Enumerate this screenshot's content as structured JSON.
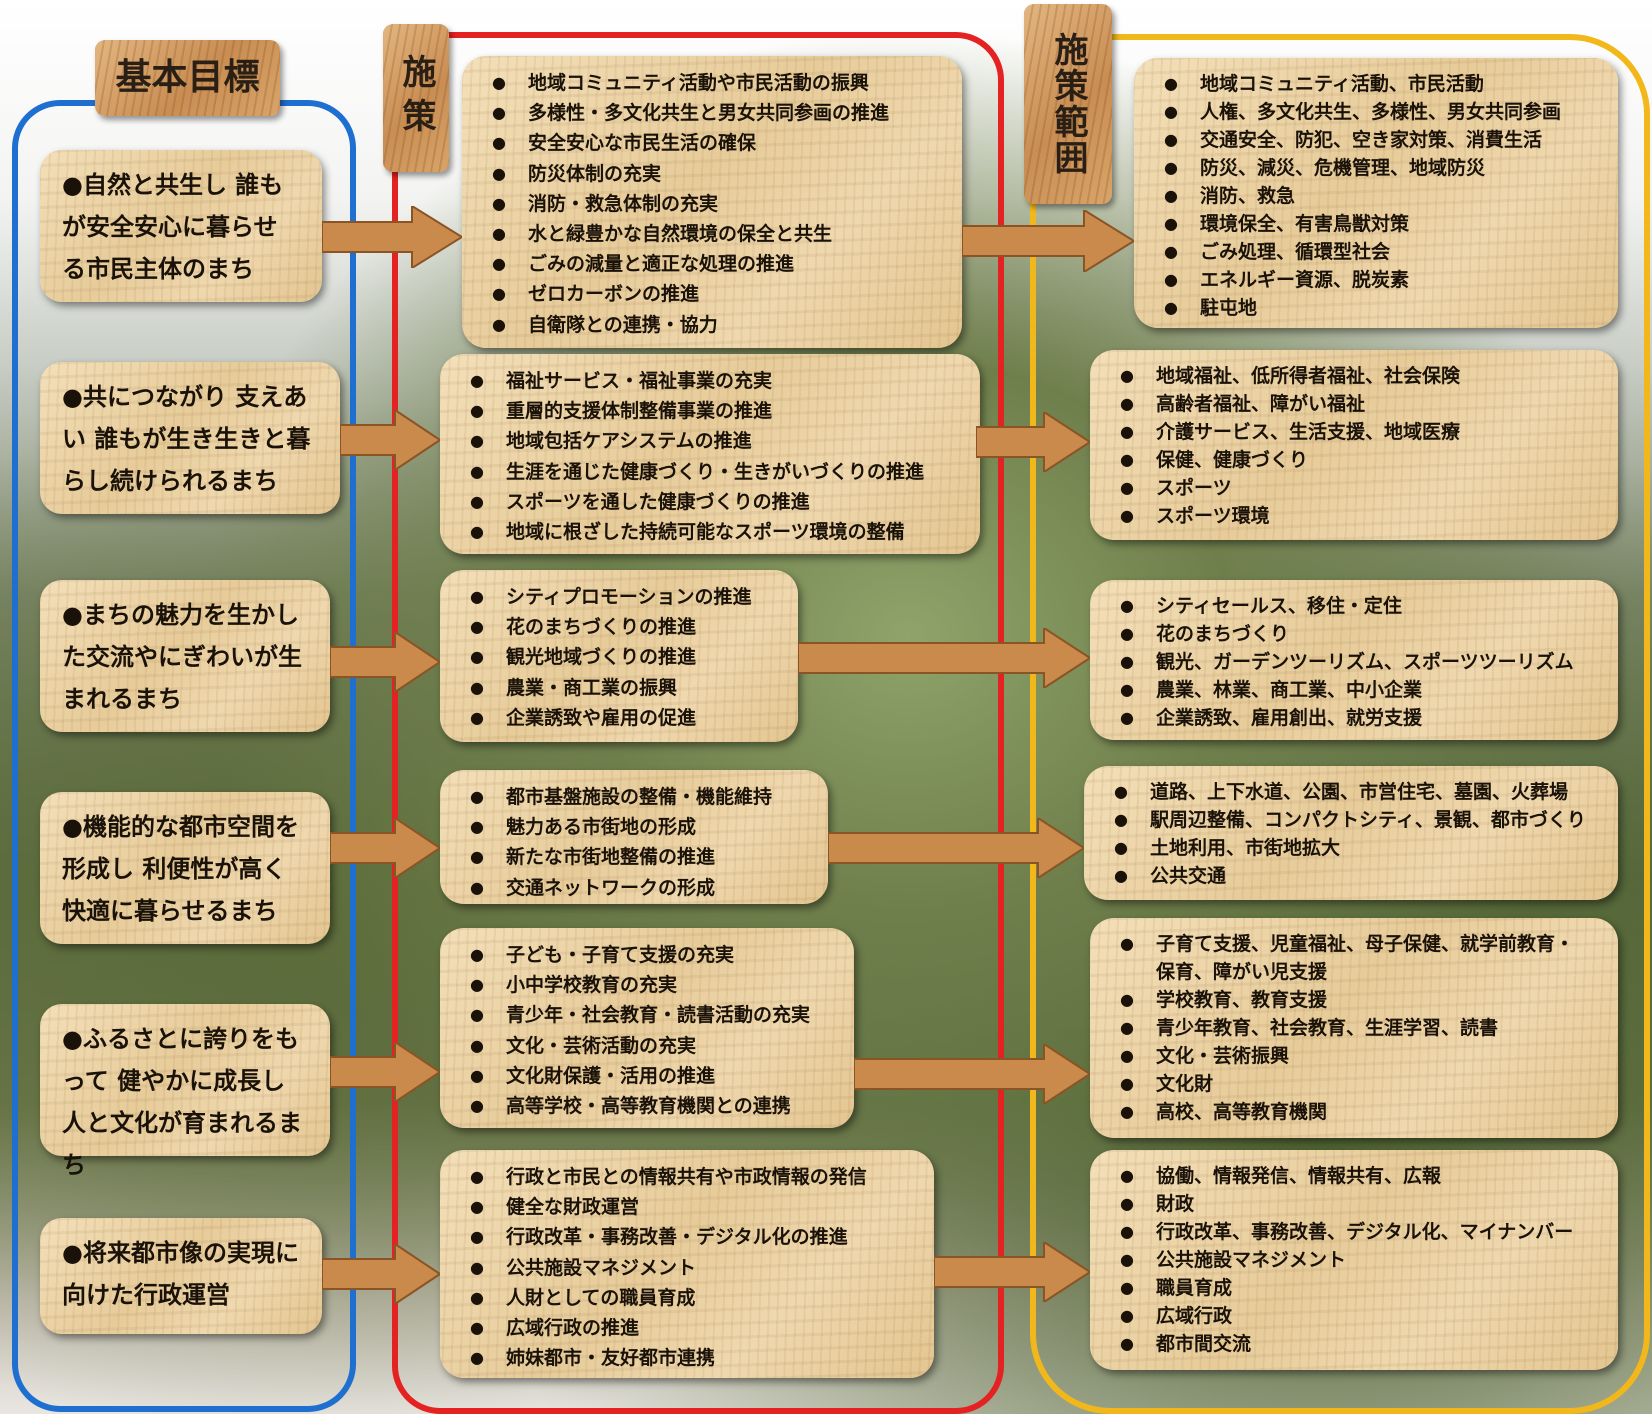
{
  "headers": {
    "goals": "基本目標",
    "measures": "施策",
    "scope": "施策範囲"
  },
  "rows": [
    {
      "goal": "●自然と共生し 誰もが安全安心に暮らせる市民主体のまち",
      "measures": [
        "地域コミュニティ活動や市民活動の振興",
        "多様性・多文化共生と男女共同参画の推進",
        "安全安心な市民生活の確保",
        "防災体制の充実",
        "消防・救急体制の充実",
        "水と緑豊かな自然環境の保全と共生",
        "ごみの減量と適正な処理の推進",
        "ゼロカーボンの推進",
        "自衛隊との連携・協力"
      ],
      "scope": [
        "地域コミュニティ活動、市民活動",
        "人権、多文化共生、多様性、男女共同参画",
        "交通安全、防犯、空き家対策、消費生活",
        "防災、減災、危機管理、地域防災",
        "消防、救急",
        "環境保全、有害鳥獣対策",
        "ごみ処理、循環型社会",
        "エネルギー資源、脱炭素",
        "駐屯地"
      ]
    },
    {
      "goal": "●共につながり 支えあい 誰もが生き生きと暮らし続けられるまち",
      "measures": [
        "福祉サービス・福祉事業の充実",
        "重層的支援体制整備事業の推進",
        "地域包括ケアシステムの推進",
        "生涯を通じた健康づくり・生きがいづくりの推進",
        "スポーツを通した健康づくりの推進",
        "地域に根ざした持続可能なスポーツ環境の整備"
      ],
      "scope": [
        "地域福祉、低所得者福祉、社会保険",
        "高齢者福祉、障がい福祉",
        "介護サービス、生活支援、地域医療",
        "保健、健康づくり",
        "スポーツ",
        "スポーツ環境"
      ]
    },
    {
      "goal": "●まちの魅力を生かした交流やにぎわいが生まれるまち",
      "measures": [
        "シティプロモーションの推進",
        "花のまちづくりの推進",
        "観光地域づくりの推進",
        "農業・商工業の振興",
        "企業誘致や雇用の促進"
      ],
      "scope": [
        "シティセールス、移住・定住",
        "花のまちづくり",
        "観光、ガーデンツーリズム、スポーツツーリズム",
        "農業、林業、商工業、中小企業",
        "企業誘致、雇用創出、就労支援"
      ]
    },
    {
      "goal": "●機能的な都市空間を形成し 利便性が高く快適に暮らせるまち",
      "measures": [
        "都市基盤施設の整備・機能維持",
        "魅力ある市街地の形成",
        "新たな市街地整備の推進",
        "交通ネットワークの形成"
      ],
      "scope": [
        "道路、上下水道、公園、市営住宅、墓園、火葬場",
        "駅周辺整備、コンパクトシティ、景観、都市づくり",
        "土地利用、市街地拡大",
        "公共交通"
      ]
    },
    {
      "goal": "●ふるさとに誇りをもって 健やかに成長し 人と文化が育まれるまち",
      "measures": [
        "子ども・子育て支援の充実",
        "小中学校教育の充実",
        "青少年・社会教育・読書活動の充実",
        "文化・芸術活動の充実",
        "文化財保護・活用の推進",
        "高等学校・高等教育機関との連携"
      ],
      "scope": [
        "子育て支援、児童福祉、母子保健、就学前教育・保育、障がい児支援",
        "学校教育、教育支援",
        "青少年教育、社会教育、生涯学習、読書",
        "文化・芸術振興",
        "文化財",
        "高校、高等教育機関"
      ]
    },
    {
      "goal": "●将来都市像の実現に向けた行政運営",
      "measures": [
        "行政と市民との情報共有や市政情報の発信",
        "健全な財政運営",
        "行政改革・事務改善・デジタル化の推進",
        "公共施設マネジメント",
        "人財としての職員育成",
        "広域行政の推進",
        "姉妹都市・友好都市連携"
      ],
      "scope": [
        "協働、情報発信、情報共有、広報",
        "財政",
        "行政改革、事務改善、デジタル化、マイナンバー",
        "公共施設マネジメント",
        "職員育成",
        "広域行政",
        "都市間交流"
      ]
    }
  ]
}
